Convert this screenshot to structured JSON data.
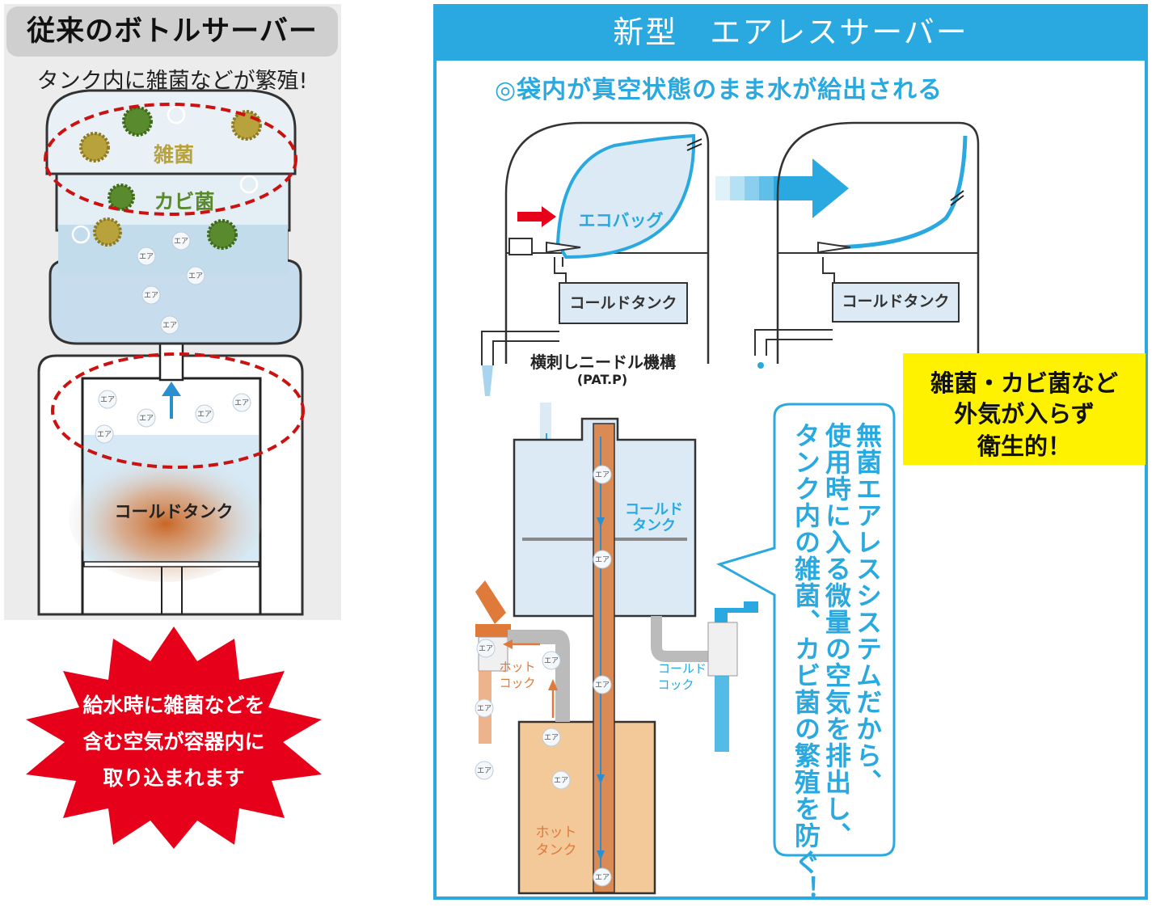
{
  "left": {
    "title": "従来のボトルサーバー",
    "subtitle": "タンク内に雑菌などが繁殖!",
    "germ_label_1": "雑菌",
    "germ_label_2": "カビ菌",
    "air_label": "エア",
    "cold_tank_label": "コールドタンク",
    "burst_lines": [
      "給水時に雑菌などを",
      "含む空気が容器内に",
      "取り込まれます"
    ]
  },
  "right": {
    "title": "新型　エアレスサーバー",
    "subtitle": "◎袋内が真空状態のまま水が給出される",
    "eco_bag_label": "エコバッグ",
    "cold_tank_label": "コールドタンク",
    "needle_label": "横刺しニードル機構",
    "needle_sub": "(PAT.P)",
    "yellow_lines": [
      "雑菌・カビ菌など",
      "外気が入らず",
      "衛生的！"
    ],
    "bubble_columns": [
      "無菌エアレスシステムだから、",
      "使用時に入る微量の空気を排出し、",
      "タンク内の雑菌、カビ菌の繁殖を防ぐ！"
    ],
    "cold_tank_line1": "コールド",
    "cold_tank_line2": "タンク",
    "hot_tank_line1": "ホット",
    "hot_tank_line2": "タンク",
    "hot_cock_line1": "ホット",
    "hot_cock_line2": "コック",
    "cold_cock_line1": "コールド",
    "cold_cock_line2": "コック",
    "air_label": "エア"
  },
  "colors": {
    "accent_blue": "#29a9e0",
    "alert_red": "#e6001a",
    "highlight_yellow": "#fff200",
    "hot_orange": "#e07a3a",
    "water_blue": "#bfe0f2"
  }
}
